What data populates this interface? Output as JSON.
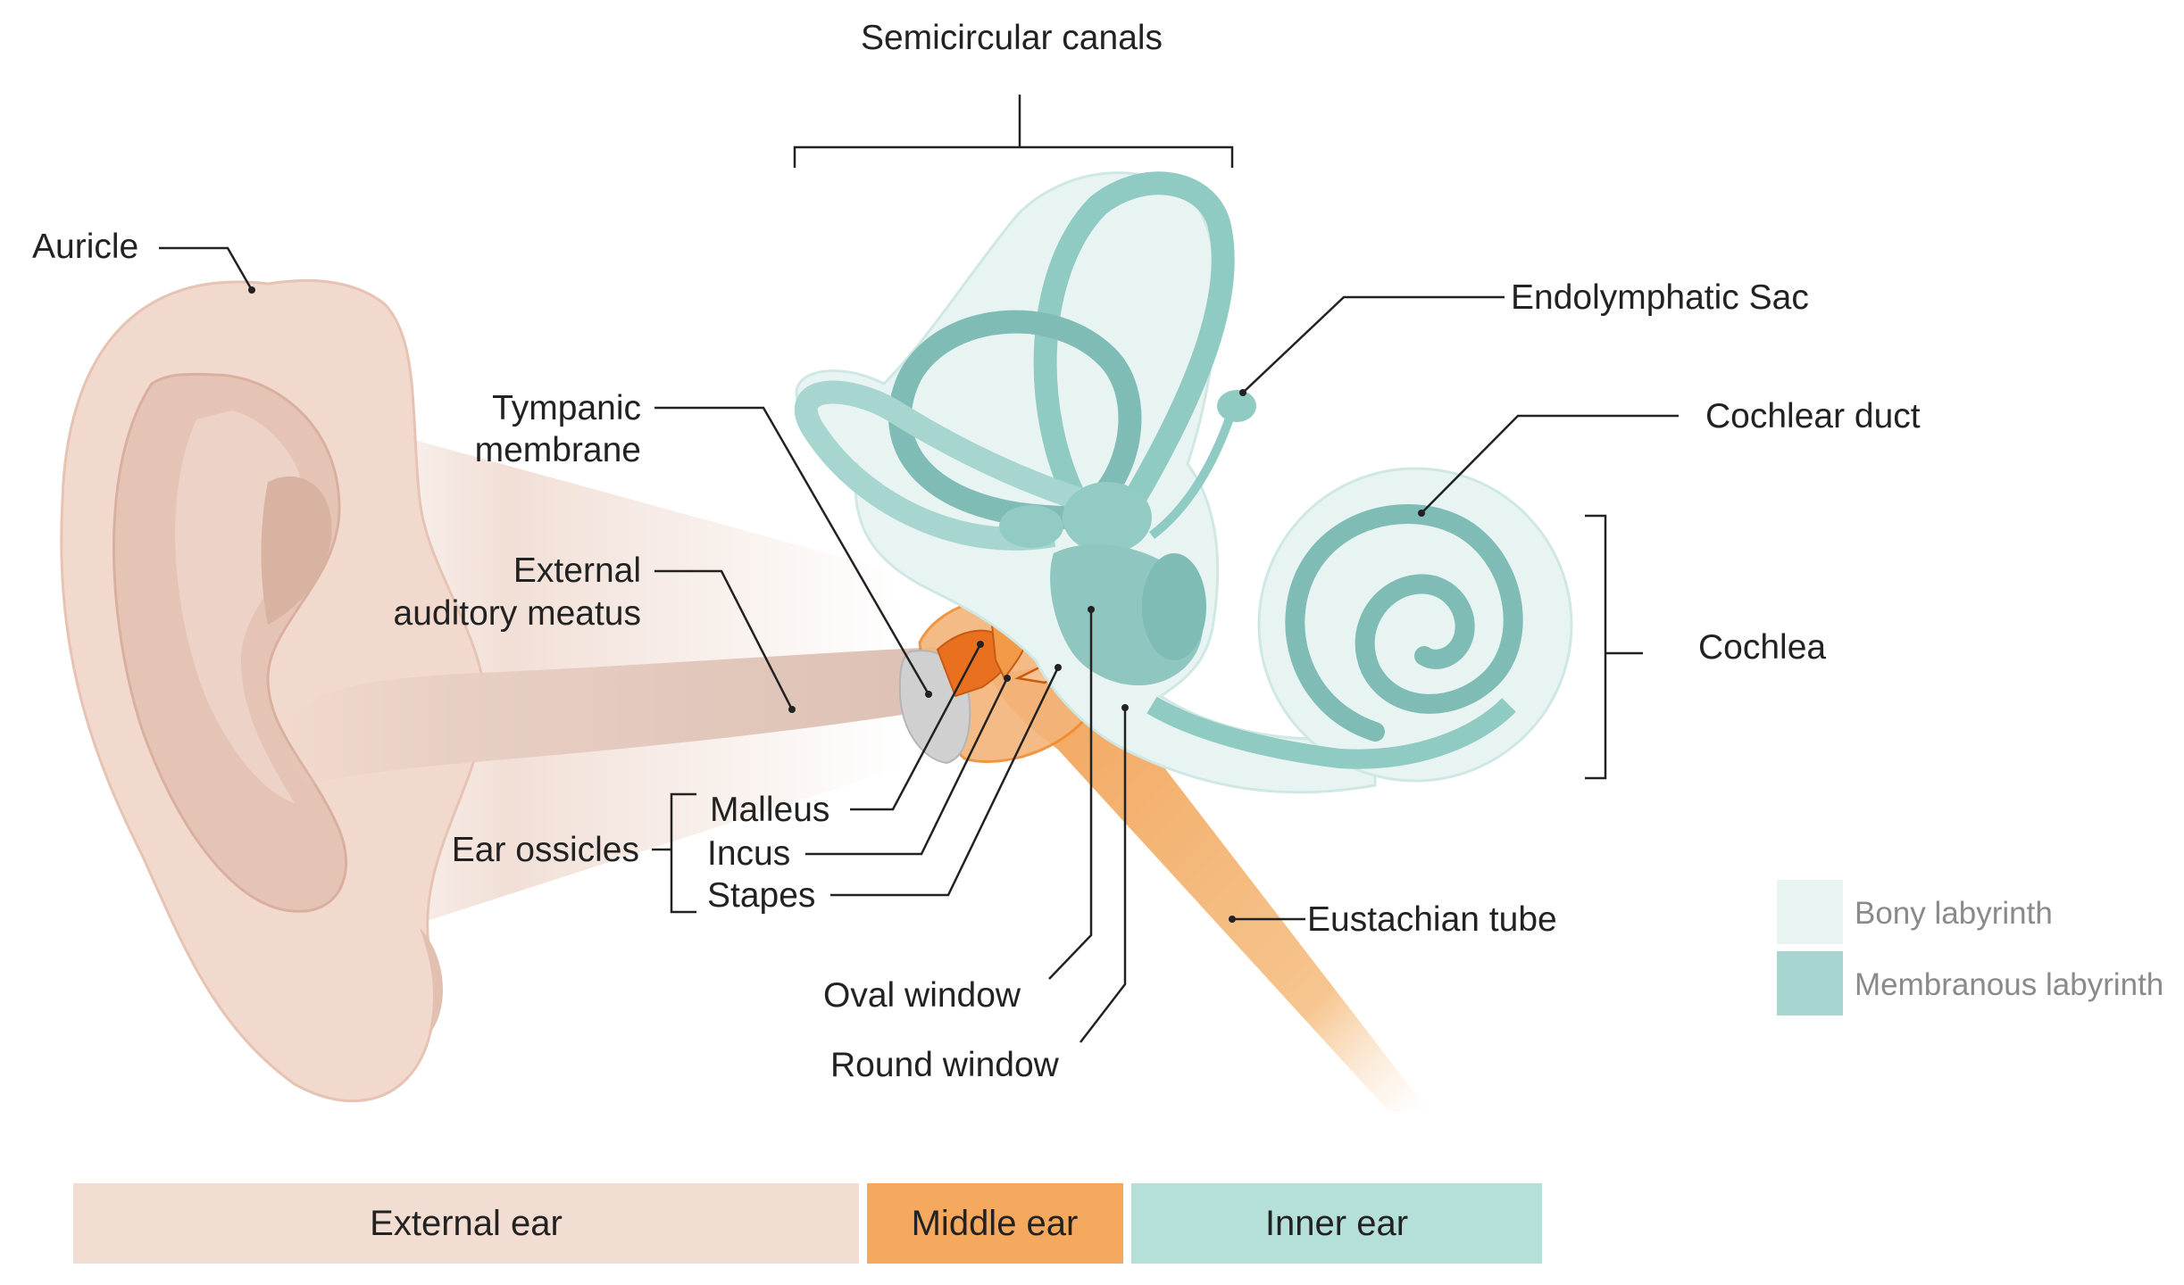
{
  "labels": {
    "semicircular_canals": "Semicircular canals",
    "auricle": "Auricle",
    "endolymphatic_sac": "Endolymphatic Sac",
    "tympanic_line1": "Tympanic",
    "tympanic_line2": "membrane",
    "cochlear_duct": "Cochlear duct",
    "external_line1": "External",
    "external_line2": "auditory meatus",
    "cochlea": "Cochlea",
    "malleus": "Malleus",
    "ear_ossicles": "Ear ossicles",
    "incus": "Incus",
    "stapes": "Stapes",
    "eustachian_tube": "Eustachian tube",
    "oval_window": "Oval window",
    "round_window": "Round window"
  },
  "legend": {
    "bony": "Bony labyrinth",
    "membranous": "Membranous labyrinth"
  },
  "regions": {
    "external": "External ear",
    "middle": "Middle ear",
    "inner": "Inner ear"
  },
  "colors": {
    "external_ear": "#f2ddd2",
    "middle_ear": "#f4a95e",
    "inner_ear": "#b5e0d9",
    "bony_labyrinth": "#e8f4f2",
    "membranous_labyrinth": "#a6d6cf"
  }
}
